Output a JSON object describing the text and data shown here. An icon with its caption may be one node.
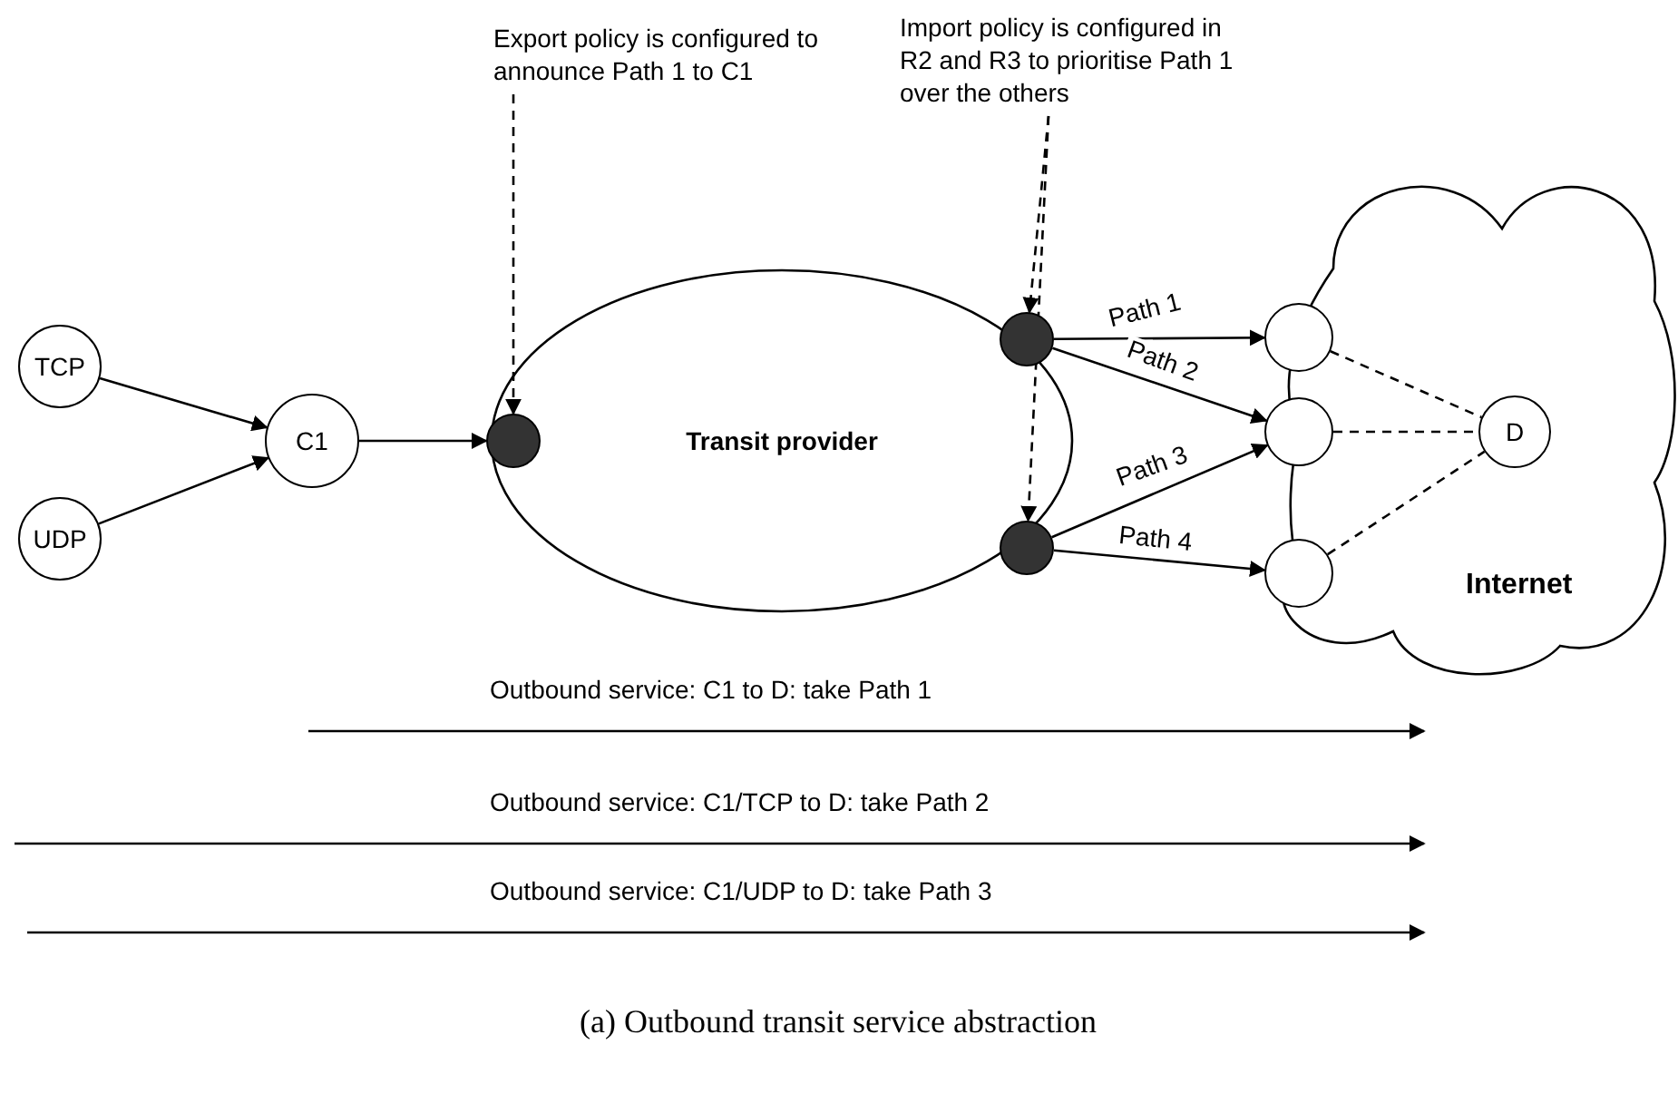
{
  "diagram": {
    "caption": "(a) Outbound transit service abstraction",
    "nodes": [
      {
        "text": [
          "Export policy is configured to announce Path 1 to C1"
        ]
      },
      {
        "text": [
          "Import policy is configured in R2 and R3 to prioritise Path 1 over the others"
        ]
      },
      {
        "text": [
          "TCP"
        ]
      },
      {
        "text": [
          "UDP"
        ]
      },
      {
        "text": [
          "C1"
        ]
      },
      {
        "text": [
          "Transit provider"
        ]
      },
      {
        "text": [],
        "shape": "circle"
      },
      {
        "text": [],
        "shape": "circle"
      },
      {
        "text": [],
        "shape": "circle"
      },
      {
        "text": [
          "Internet"
        ]
      },
      {
        "text": [],
        "shape": "circle"
      },
      {
        "text": [],
        "shape": "circle"
      },
      {
        "text": [],
        "shape": "circle"
      },
      {
        "text": [
          "D"
        ],
        "in": 9
      }
    ],
    "edges": [
      {
        "from": 2,
        "to": 4,
        "arrow": "to"
      },
      {
        "from": 3,
        "to": 4,
        "arrow": "to"
      },
      {
        "from": 4,
        "to": 6,
        "arrow": "to"
      },
      {
        "from": 0,
        "to": 6,
        "arrow": "to",
        "style": "dashed"
      },
      {
        "from": 1,
        "to": 7,
        "arrow": "to",
        "style": "dashed"
      },
      {
        "from": 1,
        "to": 8,
        "arrow": "to",
        "style": "dashed"
      },
      {
        "from": 7,
        "to": 10,
        "arrow": "to",
        "label": "Path 1"
      },
      {
        "from": 7,
        "to": 11,
        "arrow": "to",
        "label": "Path 2"
      },
      {
        "from": 8,
        "to": 11,
        "arrow": "to",
        "label": "Path 3"
      },
      {
        "from": 8,
        "to": 12,
        "arrow": "to",
        "label": "Path 4"
      },
      {
        "from": 10,
        "to": 13,
        "arrow": "none",
        "style": "dashed"
      },
      {
        "from": 11,
        "to": 13,
        "arrow": "none",
        "style": "dashed"
      },
      {
        "from": 12,
        "to": 13,
        "arrow": "none",
        "style": "dashed"
      }
    ],
    "labels": [
      "Outbound service: C1 to D: take Path 1",
      "Outbound service: C1/TCP to D: take Path 2",
      "Outbound service: C1/UDP to D: take Path 3"
    ]
  }
}
